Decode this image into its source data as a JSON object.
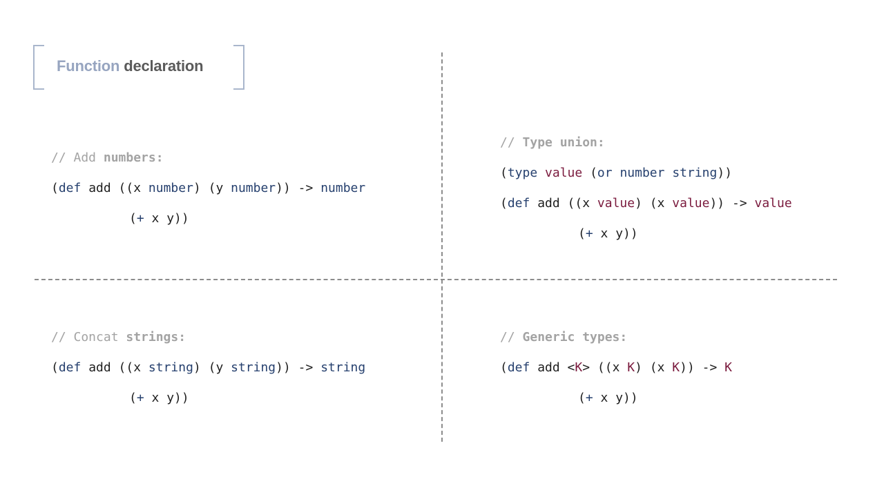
{
  "title": {
    "part1": "Function",
    "part2": "declaration"
  },
  "quadrants": {
    "top_left": {
      "comment_prefix": "// Add ",
      "comment_bold": "numbers:",
      "line1": [
        {
          "t": "(",
          "c": "txt"
        },
        {
          "t": "def",
          "c": "kw"
        },
        {
          "t": " add ((x ",
          "c": "txt"
        },
        {
          "t": "number",
          "c": "ty"
        },
        {
          "t": ") (y ",
          "c": "txt"
        },
        {
          "t": "number",
          "c": "ty"
        },
        {
          "t": ")) -> ",
          "c": "txt"
        },
        {
          "t": "number",
          "c": "ty"
        }
      ],
      "line2": [
        {
          "t": "(",
          "c": "txt"
        },
        {
          "t": "+",
          "c": "op"
        },
        {
          "t": " x y))",
          "c": "txt"
        }
      ]
    },
    "top_right": {
      "comment_prefix": "// ",
      "comment_bold": "Type union:",
      "line1": [
        {
          "t": "(",
          "c": "txt"
        },
        {
          "t": "type",
          "c": "kw"
        },
        {
          "t": " ",
          "c": "txt"
        },
        {
          "t": "value",
          "c": "vl"
        },
        {
          "t": " (",
          "c": "txt"
        },
        {
          "t": "or",
          "c": "kw"
        },
        {
          "t": " ",
          "c": "txt"
        },
        {
          "t": "number",
          "c": "ty"
        },
        {
          "t": " ",
          "c": "txt"
        },
        {
          "t": "string",
          "c": "ty"
        },
        {
          "t": "))",
          "c": "txt"
        }
      ],
      "line2": [
        {
          "t": "(",
          "c": "txt"
        },
        {
          "t": "def",
          "c": "kw"
        },
        {
          "t": " add ((x ",
          "c": "txt"
        },
        {
          "t": "value",
          "c": "vl"
        },
        {
          "t": ") (x ",
          "c": "txt"
        },
        {
          "t": "value",
          "c": "vl"
        },
        {
          "t": ")) -> ",
          "c": "txt"
        },
        {
          "t": "value",
          "c": "vl"
        }
      ],
      "line3": [
        {
          "t": "(",
          "c": "txt"
        },
        {
          "t": "+",
          "c": "op"
        },
        {
          "t": " x y))",
          "c": "txt"
        }
      ]
    },
    "bottom_left": {
      "comment_prefix": "// Concat ",
      "comment_bold": "strings:",
      "line1": [
        {
          "t": "(",
          "c": "txt"
        },
        {
          "t": "def",
          "c": "kw"
        },
        {
          "t": " add ((x ",
          "c": "txt"
        },
        {
          "t": "string",
          "c": "ty"
        },
        {
          "t": ") (y ",
          "c": "txt"
        },
        {
          "t": "string",
          "c": "ty"
        },
        {
          "t": ")) -> ",
          "c": "txt"
        },
        {
          "t": "string",
          "c": "ty"
        }
      ],
      "line2": [
        {
          "t": "(",
          "c": "txt"
        },
        {
          "t": "+",
          "c": "op"
        },
        {
          "t": " x y))",
          "c": "txt"
        }
      ]
    },
    "bottom_right": {
      "comment_prefix": "// ",
      "comment_bold": "Generic types:",
      "line1": [
        {
          "t": "(",
          "c": "txt"
        },
        {
          "t": "def",
          "c": "kw"
        },
        {
          "t": " add <",
          "c": "txt"
        },
        {
          "t": "K",
          "c": "vl"
        },
        {
          "t": "> ((x ",
          "c": "txt"
        },
        {
          "t": "K",
          "c": "vl"
        },
        {
          "t": ") (x ",
          "c": "txt"
        },
        {
          "t": "K",
          "c": "vl"
        },
        {
          "t": ")) -> ",
          "c": "txt"
        },
        {
          "t": "K",
          "c": "vl"
        }
      ],
      "line2": [
        {
          "t": "(",
          "c": "txt"
        },
        {
          "t": "+",
          "c": "op"
        },
        {
          "t": " x y))",
          "c": "txt"
        }
      ]
    }
  },
  "colors": {
    "keyword": "#26406e",
    "type": "#26406e",
    "value": "#7a1a3d",
    "comment": "#a3a3a3",
    "text": "#1e1e1e",
    "title_accent": "#97a5c0",
    "title_main": "#5a5a5a"
  }
}
